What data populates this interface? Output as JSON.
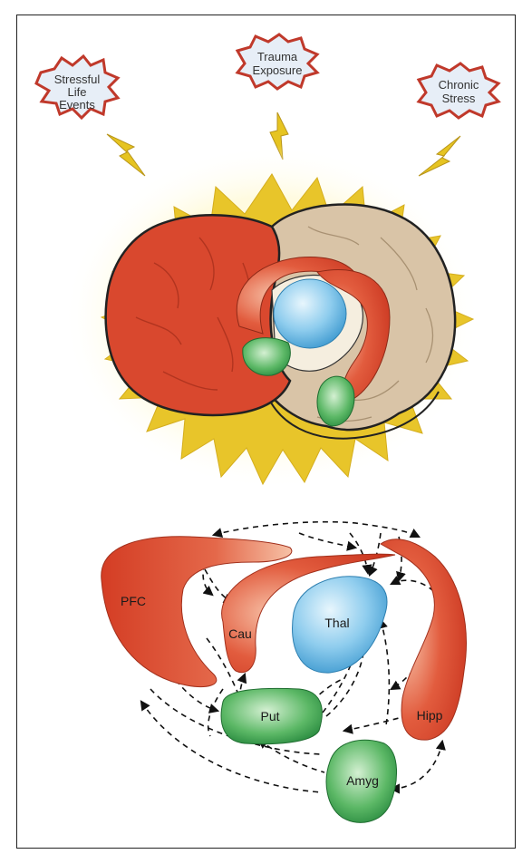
{
  "triggers": [
    {
      "lines": [
        "Stressful",
        "Life",
        "Events"
      ]
    },
    {
      "lines": [
        "Trauma",
        "Exposure"
      ]
    },
    {
      "lines": [
        "Chronic",
        "Stress"
      ]
    }
  ],
  "regions": {
    "pfc": "PFC",
    "cau": "Cau",
    "thal": "Thal",
    "hipp": "Hipp",
    "put": "Put",
    "amyg": "Amyg"
  },
  "colors": {
    "cortex_red": "#d9482e",
    "red_light": "#f3b49a",
    "blue": "#5db3e3",
    "blue_light": "#dff1fb",
    "green": "#2f9a45",
    "green_light": "#c9ebc9",
    "tan": "#d9c4a7",
    "burst_yellow": "#e8c52a",
    "bolt_yellow": "#e6c421",
    "cloud_edge": "#c0392b",
    "cloud_fill": "#e7eef7"
  }
}
